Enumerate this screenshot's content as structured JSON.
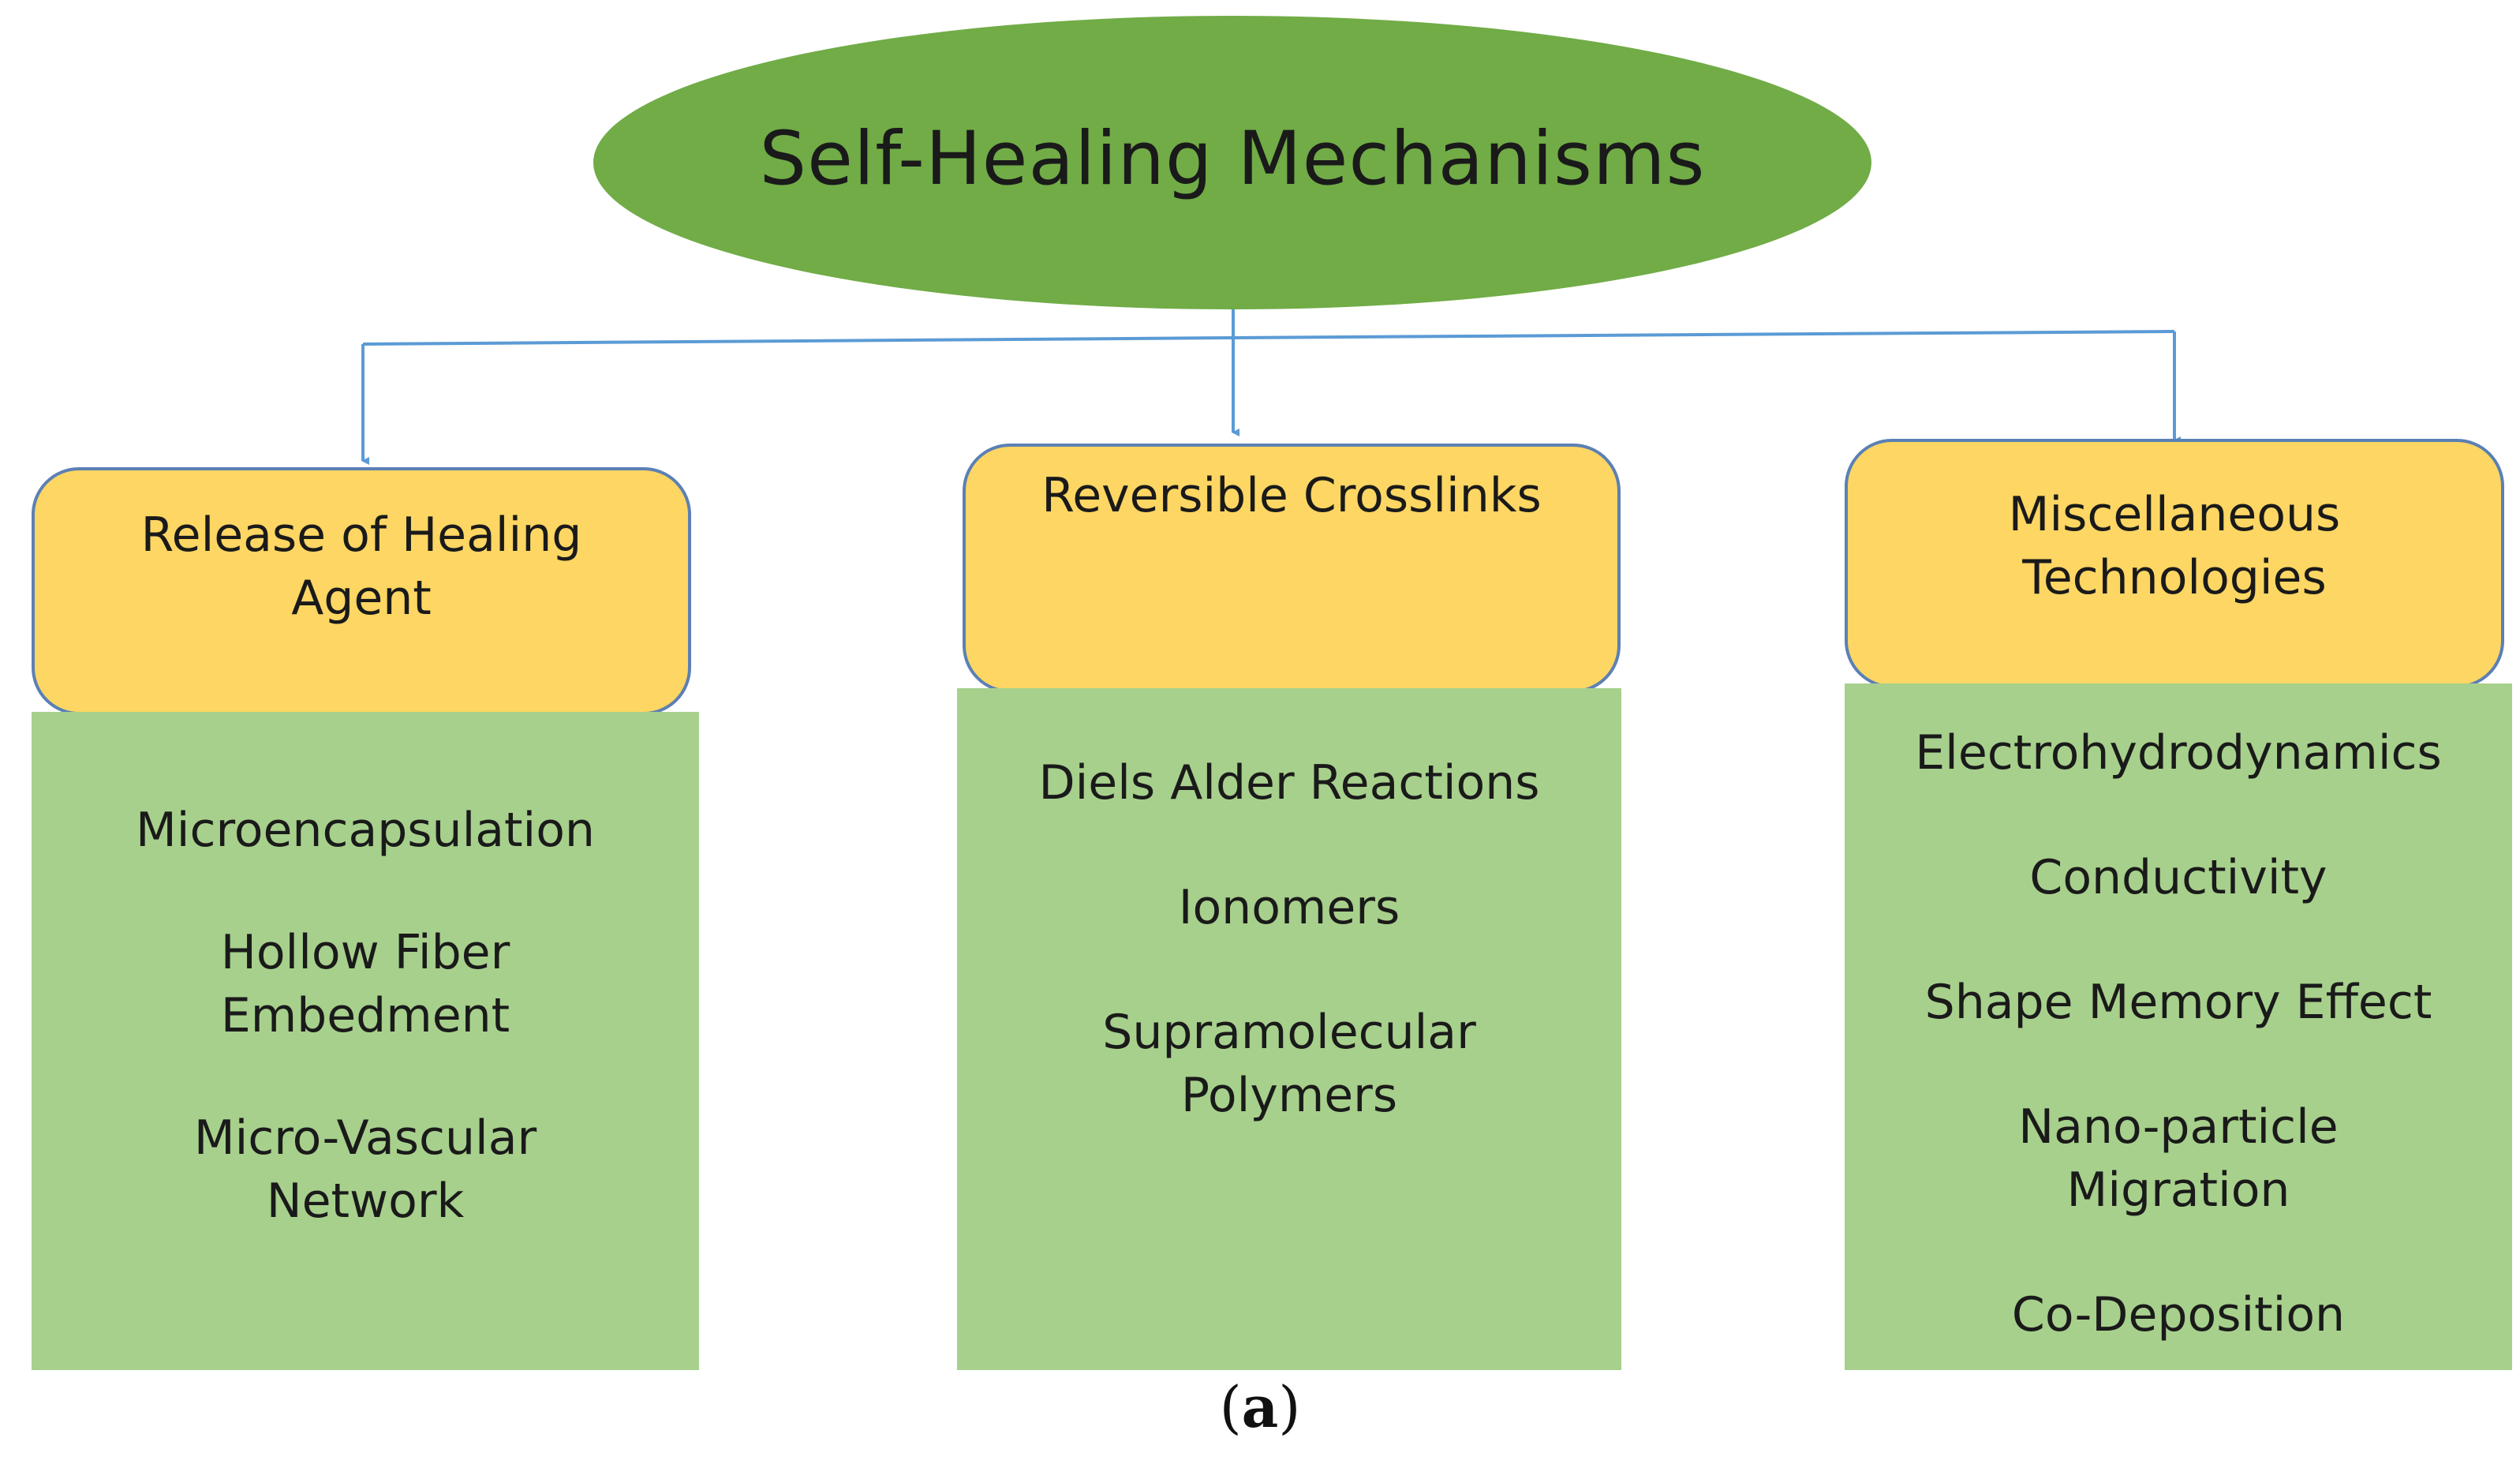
{
  "root": {
    "title": "Self-Healing Mechanisms"
  },
  "columns": [
    {
      "header": "Release of Healing\nAgent",
      "items": [
        "Microencapsulation",
        "Hollow Fiber\nEmbedment",
        "Micro-Vascular\nNetwork"
      ]
    },
    {
      "header": "Reversible Crosslinks",
      "items": [
        "Diels Alder Reactions",
        "Ionomers",
        "Supramolecular\nPolymers"
      ]
    },
    {
      "header": "Miscellaneous\nTechnologies",
      "items": [
        "Electrohydrodynamics",
        "Conductivity",
        "Shape Memory Effect",
        "Nano-particle\nMigration",
        "Co-Deposition"
      ]
    }
  ],
  "caption": {
    "open": "(",
    "label": "a",
    "close": ")"
  },
  "colors": {
    "root_fill": "#71ac47",
    "header_fill": "#fdd663",
    "header_border": "#5b80b4",
    "body_fill": "#a7d08c",
    "connector": "#5b9bd5"
  }
}
